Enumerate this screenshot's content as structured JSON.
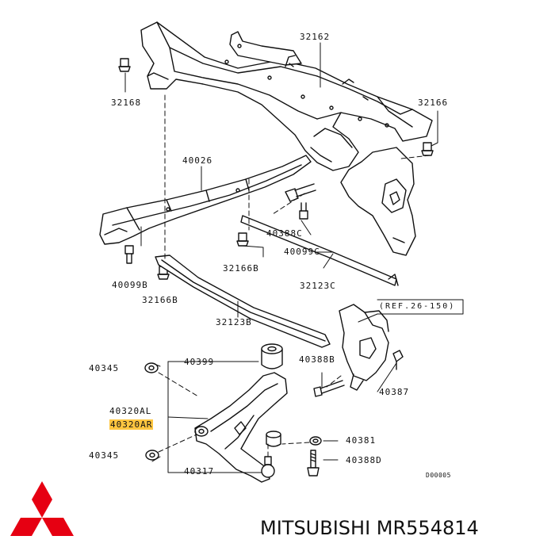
{
  "labels": {
    "p32162": "32162",
    "p32168": "32168",
    "p32166": "32166",
    "p40026": "40026",
    "p40388C": "40388C",
    "p40099C": "40099C",
    "p32166B_right": "32166B",
    "p32123C": "32123C",
    "p40099B": "40099B",
    "p32166B_left": "32166B",
    "p32123B": "32123B",
    "ref": "(REF.26-150)",
    "p40345_top": "40345",
    "p40399": "40399",
    "p40388B": "40388B",
    "p40387": "40387",
    "p40320AL": "40320AL",
    "p40320AR": "40320AR",
    "p40381": "40381",
    "p40345_bottom": "40345",
    "p40317": "40317",
    "p40388D": "40388D",
    "diagram_code": "D00005"
  },
  "brand_text": "MITSUBISHI MR554814",
  "colors": {
    "highlight": "#ffc640",
    "logo_red": "#e60012",
    "ink": "#111111"
  }
}
